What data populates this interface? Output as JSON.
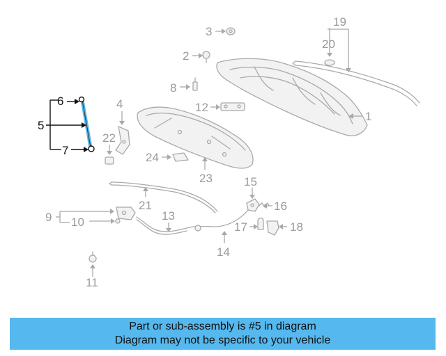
{
  "callouts": {
    "c1": "1",
    "c2": "2",
    "c3": "3",
    "c4": "4",
    "c5": "5",
    "c6": "6",
    "c7": "7",
    "c8": "8",
    "c9": "9",
    "c10": "10",
    "c11": "11",
    "c12": "12",
    "c13": "13",
    "c14": "14",
    "c15": "15",
    "c16": "16",
    "c17": "17",
    "c18": "18",
    "c19": "19",
    "c20": "20",
    "c21": "21",
    "c22": "22",
    "c23": "23",
    "c24": "24"
  },
  "highlight_color": "#55b8ee",
  "banner": {
    "line1": "Part or sub-assembly is #5 in diagram",
    "line2": "Diagram may not be specific to your vehicle"
  }
}
